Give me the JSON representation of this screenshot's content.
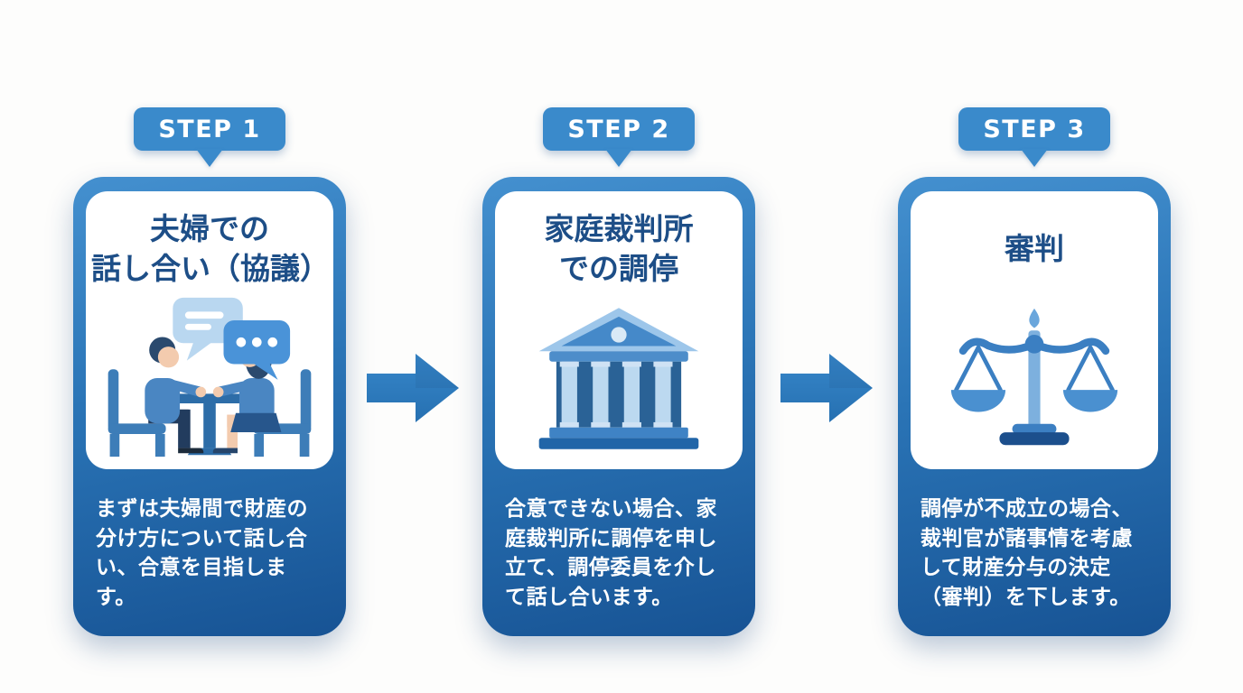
{
  "page": {
    "background_color": "#fdfdfc"
  },
  "colors": {
    "badge_blue": "#3a8acb",
    "card_gradient_top": "#4490cf",
    "card_gradient_bottom": "#175394",
    "panel_white": "#ffffff",
    "title_navy": "#1d4e87",
    "description_white": "#ffffff",
    "arrow_blue": "#2f7cc1"
  },
  "steps": [
    {
      "badge_label": "STEP 1",
      "title": "夫婦での\n話し合い（協議）",
      "icon": "couple-discussion-icon",
      "description": "まずは夫婦間で財産の分け方について話し合い、合意を目指します。"
    },
    {
      "badge_label": "STEP 2",
      "title": "家庭裁判所\nでの調停",
      "icon": "courthouse-icon",
      "description": "合意できない場合、家庭裁判所に調停を申し立て、調停委員を介して話し合います。"
    },
    {
      "badge_label": "STEP 3",
      "title": "審判",
      "icon": "scales-of-justice-icon",
      "description": "調停が不成立の場合、裁判官が諸事情を考慮して財産分与の決定（審判）を下します。"
    }
  ],
  "arrows": [
    {
      "icon": "arrow-right-icon"
    },
    {
      "icon": "arrow-right-icon"
    }
  ]
}
